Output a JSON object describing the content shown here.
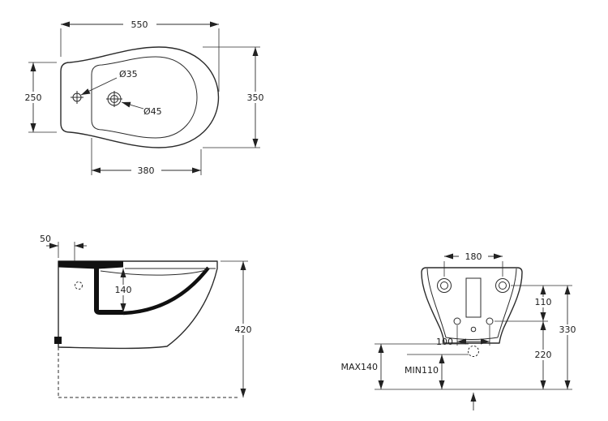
{
  "views": {
    "top": {
      "dims": {
        "overall_width": "550",
        "left_depth": "250",
        "overall_depth": "350",
        "bowl_length": "380",
        "tap_hole": "Ø35",
        "spray_hole": "Ø45"
      }
    },
    "side": {
      "dims": {
        "wall_offset": "50",
        "bowl_depth": "140",
        "overall_height": "420"
      }
    },
    "rear": {
      "dims": {
        "fixing_centres": "180",
        "upper_spacing": "110",
        "overall_fixing_height": "330",
        "lower_height": "220",
        "small_hole_centres": "100",
        "drain_max": "MAX140",
        "drain_min": "MIN110"
      }
    }
  }
}
